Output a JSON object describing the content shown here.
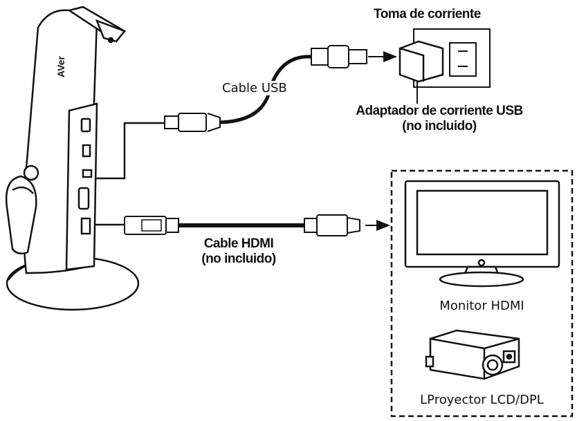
{
  "labels": {
    "power_outlet": "Toma de corriente",
    "usb_cable": "Cable USB",
    "usb_adapter_line1": "Adaptador de corriente USB",
    "usb_adapter_line2": "(no incluido)",
    "hdmi_cable_line1": "Cable HDMI",
    "hdmi_cable_line2": "(no incluido)",
    "hdmi_monitor": "Monitor HDMI",
    "projector": "LProyector LCD/DPL"
  },
  "brand_logo_text": "AVer",
  "icons": {
    "camera": "document-camera-icon",
    "outlet": "wall-outlet-icon",
    "adapter": "usb-power-adapter-icon",
    "monitor": "monitor-icon",
    "projector": "projector-icon"
  },
  "colors": {
    "ink": "#111111",
    "background": "#ffffff"
  }
}
